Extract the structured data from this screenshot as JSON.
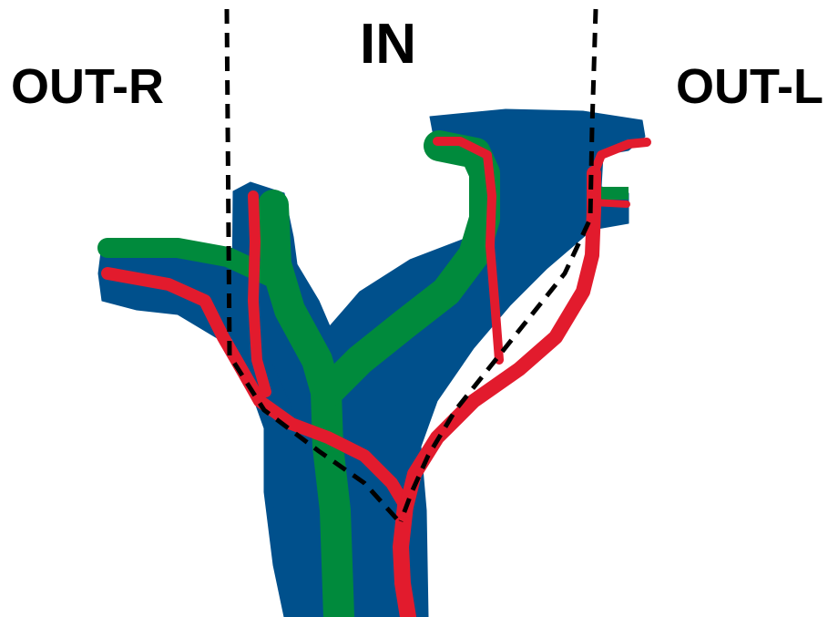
{
  "labels": {
    "out_right": "OUT-R",
    "inside": "IN",
    "out_left": "OUT-L"
  },
  "colors": {
    "vessel_fill": "#00508C",
    "green_track": "#008A3C",
    "red_track": "#E21B2D",
    "boundary_line": "#000000",
    "background": "#FFFFFF",
    "text": "#000000"
  }
}
